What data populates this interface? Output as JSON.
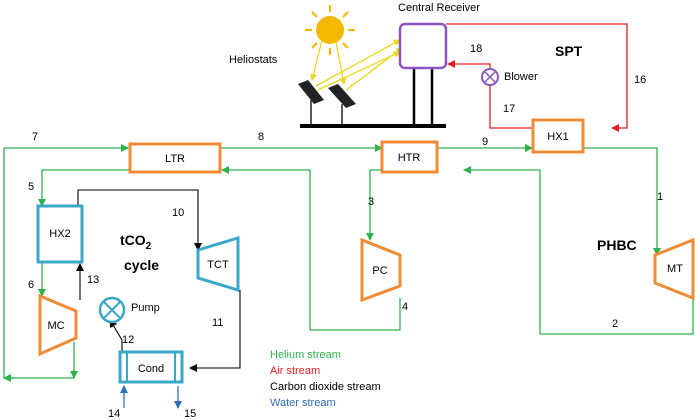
{
  "title_labels": {
    "central_receiver": "Central Receiver",
    "heliostats": "Heliostats",
    "spt": "SPT",
    "phbc": "PHBC",
    "cycle_main": "tCO",
    "cycle_sub": "2",
    "cycle_word": "cycle",
    "blower": "Blower",
    "pump": "Pump"
  },
  "components": {
    "hx1": "HX1",
    "ltr": "LTR",
    "htr": "HTR",
    "hx2": "HX2",
    "tct": "TCT",
    "pc": "PC",
    "mt": "MT",
    "mc": "MC",
    "cond": "Cond"
  },
  "streams": [
    "1",
    "2",
    "3",
    "4",
    "5",
    "6",
    "7",
    "8",
    "9",
    "10",
    "11",
    "12",
    "13",
    "14",
    "15",
    "16",
    "17",
    "18"
  ],
  "legend": [
    {
      "text": "Helium stream",
      "color": "#2db34a"
    },
    {
      "text": "Air stream",
      "color": "#e02020"
    },
    {
      "text": "Carbon dioxide stream",
      "color": "#000000"
    },
    {
      "text": "Water stream",
      "color": "#2f6fb5"
    }
  ],
  "colors": {
    "helium": "#2db34a",
    "air": "#e02020",
    "co2": "#000000",
    "water": "#2f6fb5",
    "component": "#f08a35",
    "component_blue": "#3aa6c8",
    "receiver": "#8a56c2",
    "sun": "#f5b800",
    "ray": "#f2e640"
  }
}
